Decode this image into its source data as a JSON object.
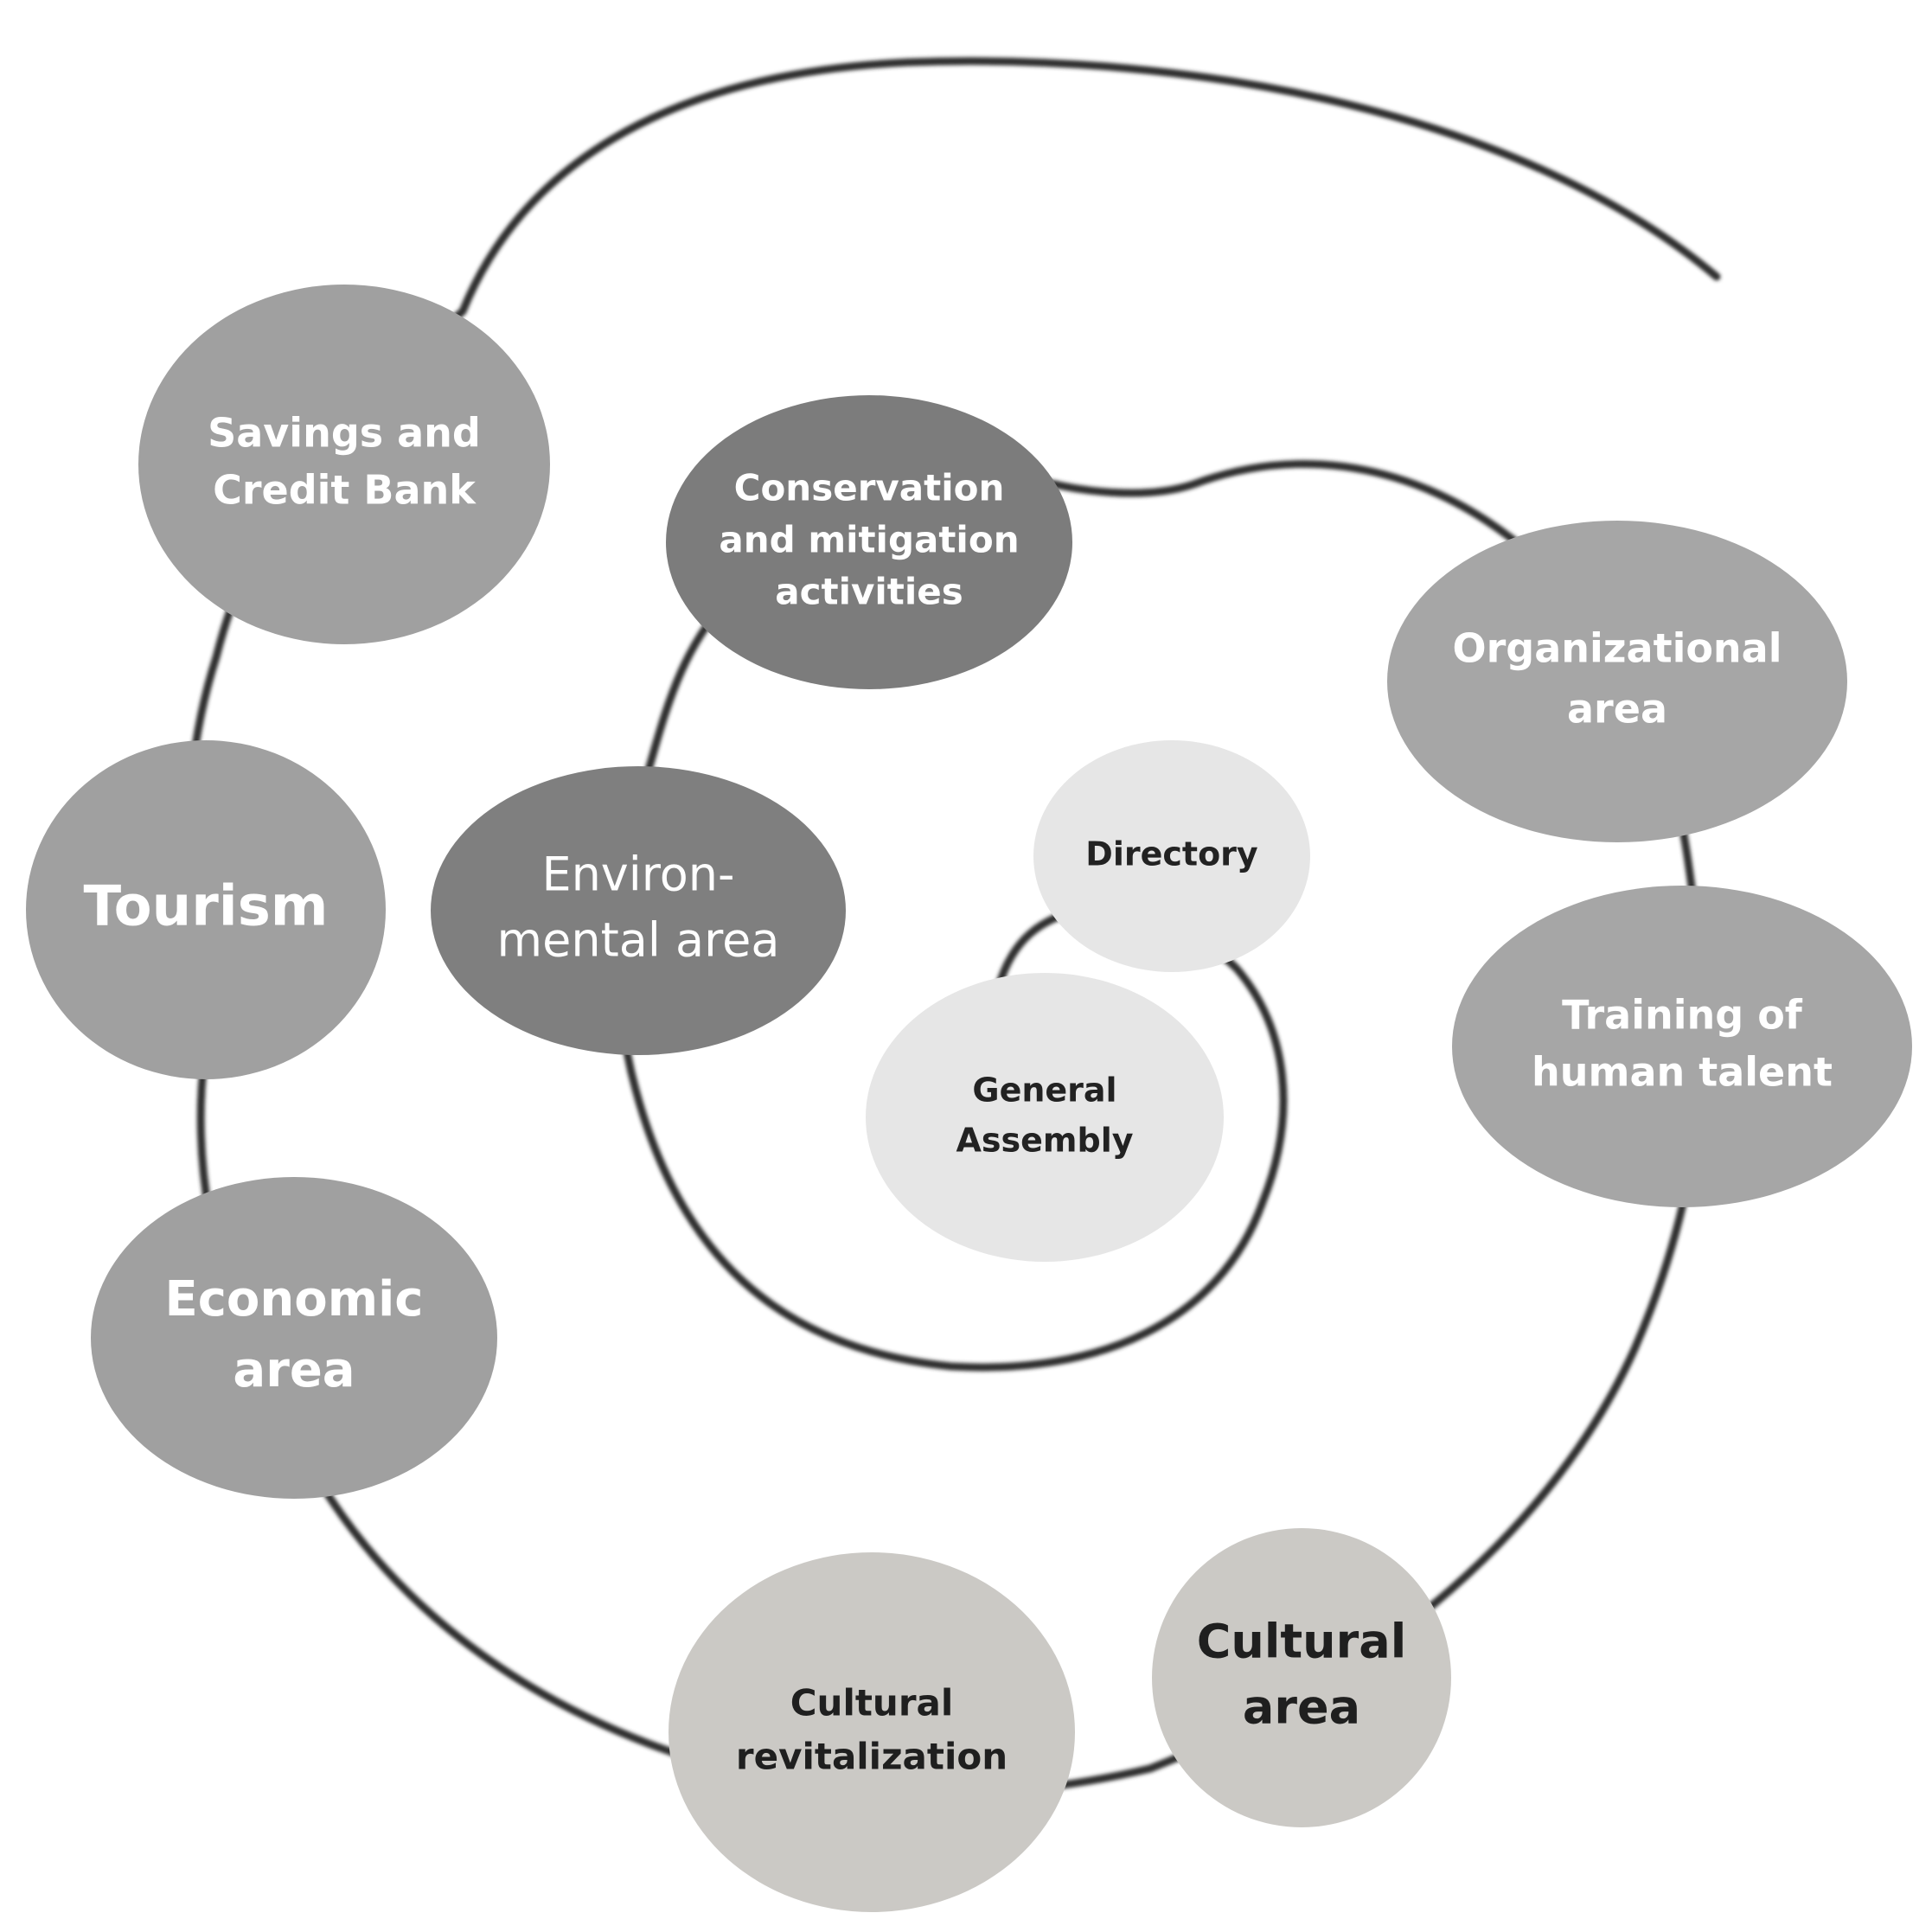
{
  "diagram": {
    "nodes": [
      {
        "id": "savings",
        "lines": [
          "Savings and",
          "Credit Bank"
        ],
        "fill": "#a0a0a0",
        "text_color": "#ffffff",
        "weight": "bold"
      },
      {
        "id": "conservation",
        "lines": [
          "Conservation",
          "and mitigation",
          "activities"
        ],
        "fill": "#7c7c7c",
        "text_color": "#ffffff",
        "weight": "bold"
      },
      {
        "id": "organizational",
        "lines": [
          "Organizational",
          "area"
        ],
        "fill": "#a6a6a6",
        "text_color": "#ffffff",
        "weight": "bold"
      },
      {
        "id": "tourism",
        "lines": [
          "Tourism"
        ],
        "fill": "#a0a0a0",
        "text_color": "#ffffff",
        "weight": "bold"
      },
      {
        "id": "environmental",
        "lines": [
          "Environ-",
          "mental area"
        ],
        "fill": "#7f7f7f",
        "text_color": "#ffffff",
        "weight": "normal"
      },
      {
        "id": "directory",
        "lines": [
          "Directory"
        ],
        "fill": "#e6e6e6",
        "text_color": "#222222",
        "weight": "bold"
      },
      {
        "id": "general_assembly",
        "lines": [
          "General",
          "Assembly"
        ],
        "fill": "#e6e6e6",
        "text_color": "#222222",
        "weight": "bold"
      },
      {
        "id": "training",
        "lines": [
          "Training of",
          "human talent"
        ],
        "fill": "#a6a6a6",
        "text_color": "#ffffff",
        "weight": "bold"
      },
      {
        "id": "economic",
        "lines": [
          "Economic",
          "area"
        ],
        "fill": "#a0a0a0",
        "text_color": "#ffffff",
        "weight": "bold"
      },
      {
        "id": "cultural_revitalization",
        "lines": [
          "Cultural",
          "revitalization"
        ],
        "fill": "#cbc9c5",
        "text_color": "#1f1f1f",
        "weight": "bold"
      },
      {
        "id": "cultural_area",
        "lines": [
          "Cultural",
          "area"
        ],
        "fill": "#cbc9c5",
        "text_color": "#1f1f1f",
        "weight": "bold"
      }
    ]
  }
}
